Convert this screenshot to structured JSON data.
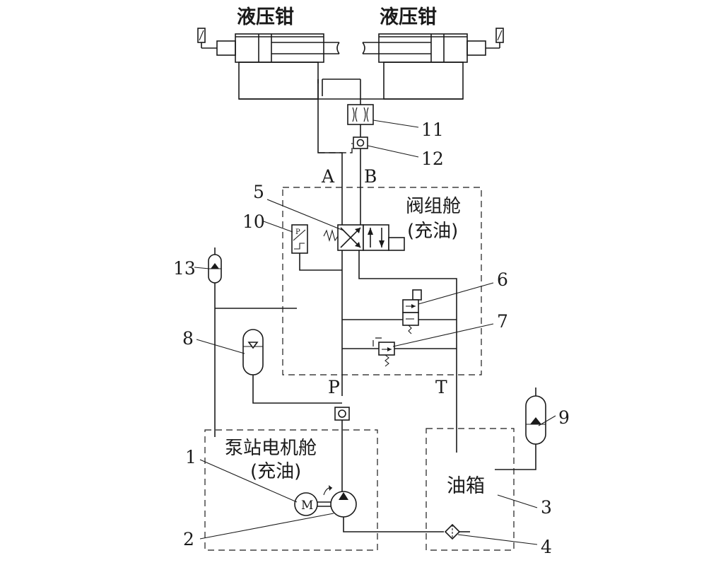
{
  "title_left": "液压钳",
  "title_right": "液压钳",
  "valve_chamber": {
    "name": "阀组舱",
    "sub": "(充油)"
  },
  "pump_chamber": {
    "name": "泵站电机舱",
    "sub": "(充油)"
  },
  "tank": "油箱",
  "ports": {
    "A": "A",
    "B": "B",
    "P": "P",
    "T": "T"
  },
  "motor_letter": "M",
  "switch_letter": "P",
  "callouts": {
    "c1": "1",
    "c2": "2",
    "c3": "3",
    "c4": "4",
    "c5": "5",
    "c6": "6",
    "c7": "7",
    "c8": "8",
    "c9": "9",
    "c10": "10",
    "c11": "11",
    "c12": "12",
    "c13": "13"
  }
}
